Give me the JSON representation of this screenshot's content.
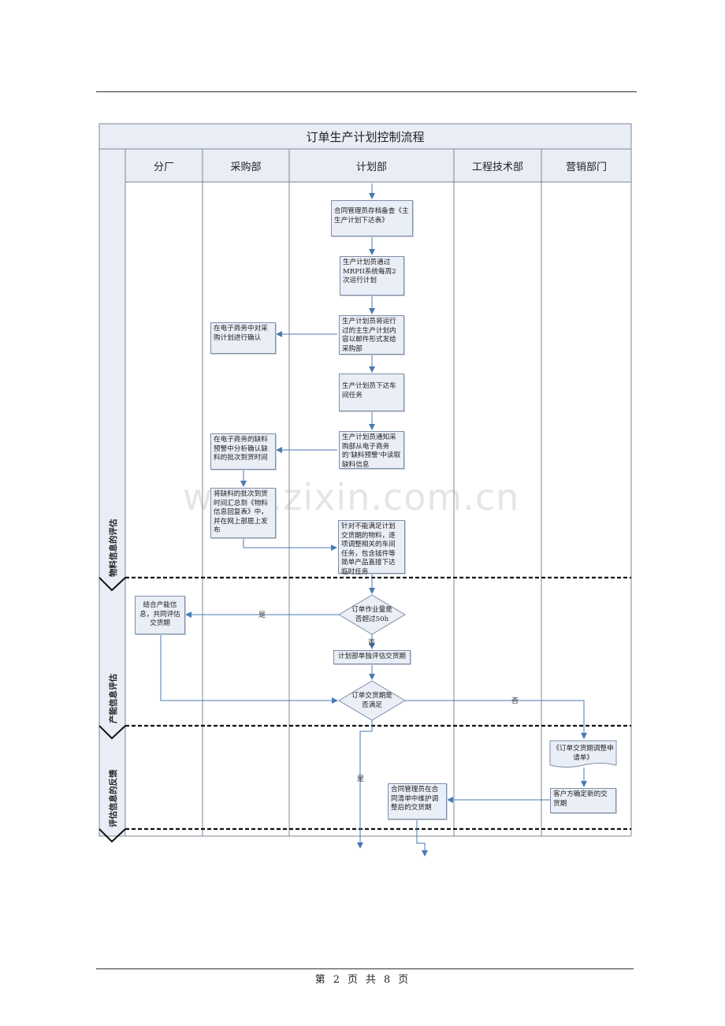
{
  "title": "订单生产计划控制流程",
  "lanes": [
    "分厂",
    "采购部",
    "计划部",
    "工程技术部",
    "营销部门"
  ],
  "phases": [
    "物料信息的评估",
    "产能信息评估",
    "评估信息的反馈"
  ],
  "nodes": {
    "n1": "合同管理员存档备查《主生产计划下达表》",
    "n2": "生产计划员通过MRPII系统每周2次运行计划",
    "n3": "生产计划员将运行过的主生产计划内容以邮件形式发给采购部",
    "n4": "在电子商务中对采购计划进行确认",
    "n5": "生产计划员下达车间任务",
    "n6": "生产计划员通知采购部从电子商务的‘缺料预警’中读取缺料信息",
    "n7": "在电子商务的缺料预警中分析确认缺料的批次到货时间",
    "n8": "将缺料的批次到货时间汇总到《物料信息回复表》中，并在网上部居上发布",
    "n9": "针对不能满足计划交货期的物料，逐项调整相关的车间任务，包含插件等简单产品直接下达临时任务",
    "d1": "订单作业量是否超过50h",
    "n10": "结合产能信息，共同评估交货期",
    "n11": "计划部单独评估交货期",
    "d2": "订单交货期是否满足",
    "n12": "《订单交货期调整申请单》",
    "n13": "客户方确定新的交货期",
    "n14": "合同管理员在合同清单中维护调整后的交货期"
  },
  "edge_labels": {
    "yes": "是",
    "no": "否"
  },
  "footer": {
    "prefix": "第",
    "page": "2",
    "mid1": "页",
    "mid2": "共",
    "total": "8",
    "suffix": "页"
  },
  "watermark": "www.zixin.com.cn",
  "colors": {
    "box_fill": "#e9eef7",
    "box_border": "#7f8fa6",
    "arrow": "#4a7ab5",
    "header_fill": "#e8edf6",
    "grid": "#7f8796"
  }
}
